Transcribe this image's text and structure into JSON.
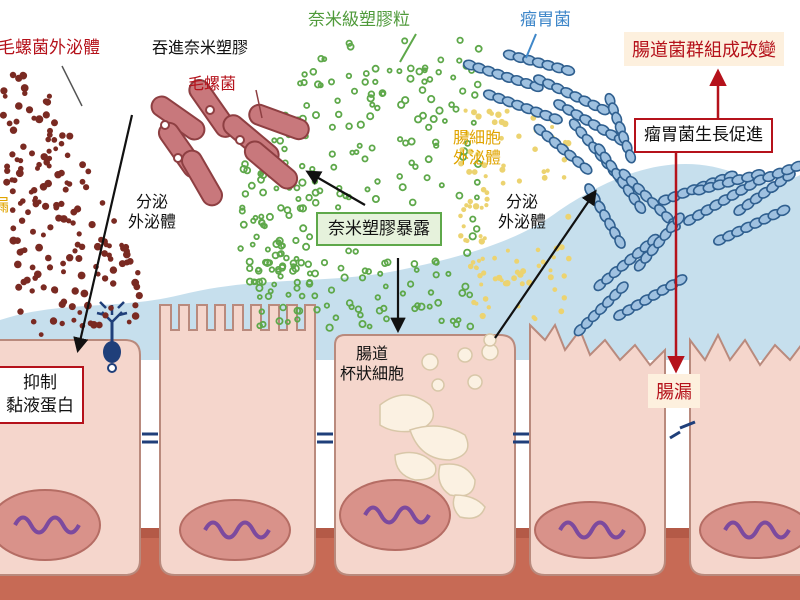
{
  "labels": {
    "rod_vesicles": "毛螺菌外泌體",
    "uptake_nanoplastic": "吞進奈米塑膠",
    "rod_bacteria": "毛螺菌",
    "nanoplastic_particles": "奈米級塑膠粒",
    "ruminococcus": "瘤胃菌",
    "microbiota_change": "腸道菌群組成改變",
    "gut_cell_vesicles_line1": "腸細胞",
    "gut_cell_vesicles_line2": "外泌體",
    "secrete_left_line1": "分泌",
    "secrete_left_line2": "外泌體",
    "secrete_right_line1": "分泌",
    "secrete_right_line2": "外泌體",
    "exposure": "奈米塑膠暴露",
    "promote_growth": "瘤胃菌生長促進",
    "goblet_line1": "腸道",
    "goblet_line2": "杯狀細胞",
    "inhibit_line1": "抑制",
    "inhibit_line2": "黏液蛋白",
    "leaky_gut": "腸漏",
    "left_edge_fragment": "漏"
  },
  "colors": {
    "red_label": "#b5121b",
    "green_label": "#4f9a3a",
    "blue_label": "#3f87c9",
    "yellow_label": "#e0a400",
    "cell_fill": "#f5d6cc",
    "cell_stroke": "#b98a7d",
    "mucus": "#b8d7e8",
    "base_membrane": "#c76a55",
    "bacteria_blue": "#9fc1e0",
    "rod_red": "#c8787c",
    "vesicle_dark": "#7a2a22",
    "green_dot": "#5ea84a",
    "yellow_dot": "#ecd370",
    "mitochondria": "#d9928a",
    "dna_purple": "#7c4a9e"
  }
}
